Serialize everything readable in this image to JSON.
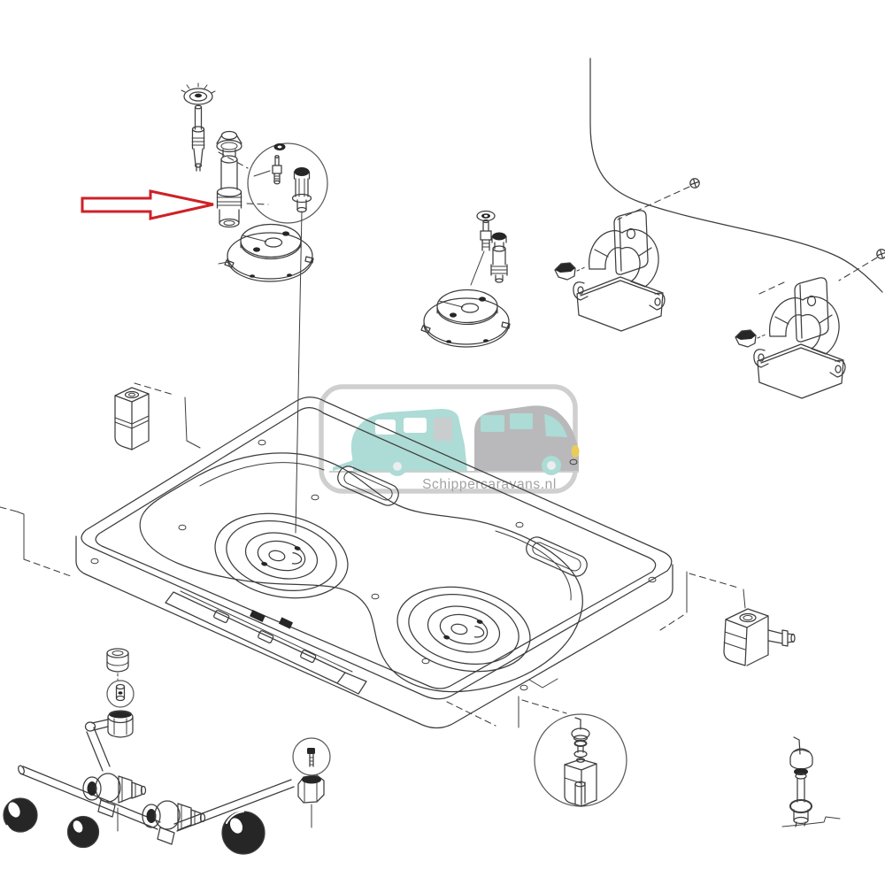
{
  "watermark": {
    "text": "Schippercaravans.nl",
    "frame_color": "#cbcbcb",
    "teal": "#a7d8d2",
    "gray": "#b4b4b6",
    "window_gray": "#c6c9ca",
    "wheel_hub": "#e9eded",
    "yellow": "#e8c84c",
    "text_color": "#9c9c9c",
    "ground_color": "#c9c9c9"
  },
  "arrow": {
    "color": "#ce2127",
    "fill": "#ffffff"
  },
  "line_art": {
    "stroke": "#3d3d3d",
    "detail_circle_stroke": "#5a5a5a",
    "dark_fill": "#262626",
    "background": "#ffffff"
  },
  "parts": [
    "burner-cap",
    "control-tap-stem",
    "burner-cup",
    "burner-venturi",
    "injector-detail-circle",
    "small-injector",
    "large-injector",
    "burner-base-left",
    "burner-base-right",
    "sealing-washer",
    "injector",
    "ignition-electrode",
    "glass-lid-outline",
    "lid-hinge-left",
    "lid-hinge-right",
    "hinge-nut",
    "hinge-screw",
    "hob-tray",
    "burner-well-left",
    "burner-well-right",
    "front-rail",
    "ignition-switch-box",
    "gas-valve-left",
    "gas-valve-right",
    "control-knob",
    "manifold-pipe",
    "elbow-fitting",
    "nozzle-detail-circle",
    "hex-fitting",
    "screw-detail-circle",
    "ignition-box-detail-circle",
    "spark-plug-electrode",
    "spark-generator-box"
  ]
}
